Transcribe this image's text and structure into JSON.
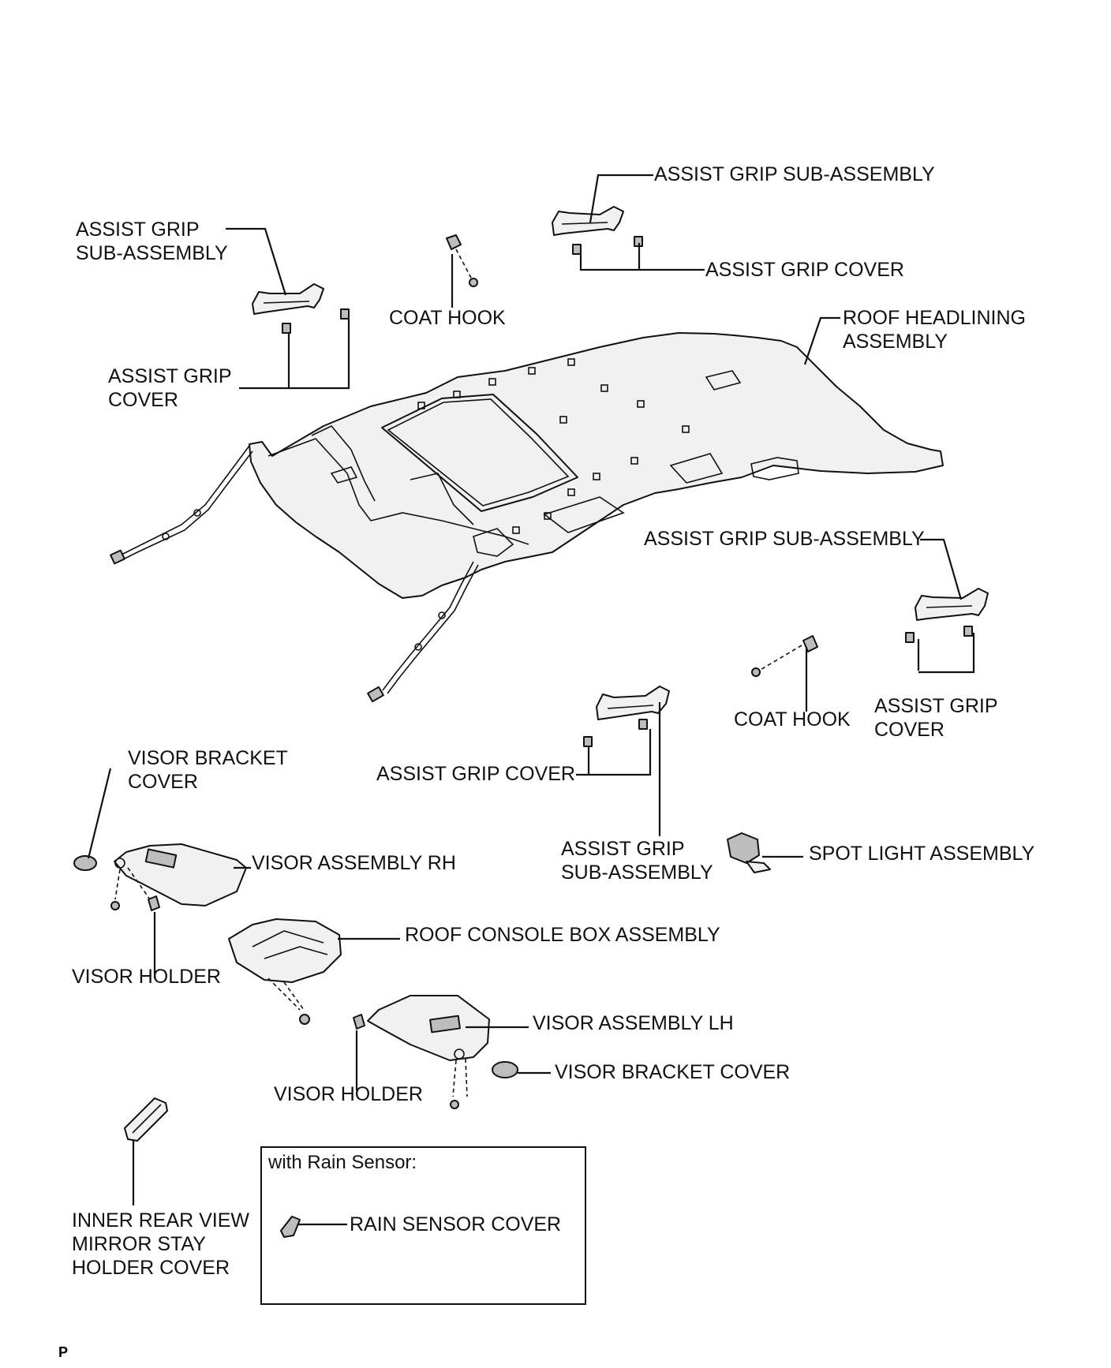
{
  "labels": {
    "assist_grip_sub_assembly_top": "ASSIST GRIP SUB-ASSEMBLY",
    "assist_grip_cover_top": "ASSIST GRIP COVER",
    "assist_grip_sub_assembly_left": [
      "ASSIST GRIP",
      "SUB-ASSEMBLY"
    ],
    "coat_hook_top": "COAT HOOK",
    "roof_headlining_assembly": [
      "ROOF HEADLINING",
      "ASSEMBLY"
    ],
    "assist_grip_cover_left": [
      "ASSIST GRIP",
      "COVER"
    ],
    "assist_grip_sub_assembly_right": "ASSIST GRIP SUB-ASSEMBLY",
    "coat_hook_right": "COAT HOOK",
    "assist_grip_cover_right": [
      "ASSIST GRIP",
      "COVER"
    ],
    "visor_bracket_cover_rh": [
      "VISOR BRACKET",
      "COVER"
    ],
    "assist_grip_cover_center": "ASSIST GRIP COVER",
    "visor_assembly_rh": "VISOR ASSEMBLY RH",
    "assist_grip_sub_assembly_center": [
      "ASSIST GRIP",
      "SUB-ASSEMBLY"
    ],
    "spot_light_assembly": "SPOT LIGHT ASSEMBLY",
    "roof_console_box_assembly": "ROOF CONSOLE BOX ASSEMBLY",
    "visor_holder_rh": "VISOR HOLDER",
    "visor_assembly_lh": "VISOR ASSEMBLY LH",
    "visor_bracket_cover_lh": "VISOR BRACKET COVER",
    "visor_holder_lh": "VISOR HOLDER",
    "inner_rear_view_mirror": [
      "INNER REAR VIEW",
      "MIRROR STAY",
      "HOLDER COVER"
    ],
    "inset_title": "with Rain Sensor:",
    "rain_sensor_cover": "RAIN SENSOR COVER",
    "page_mark": "P"
  }
}
